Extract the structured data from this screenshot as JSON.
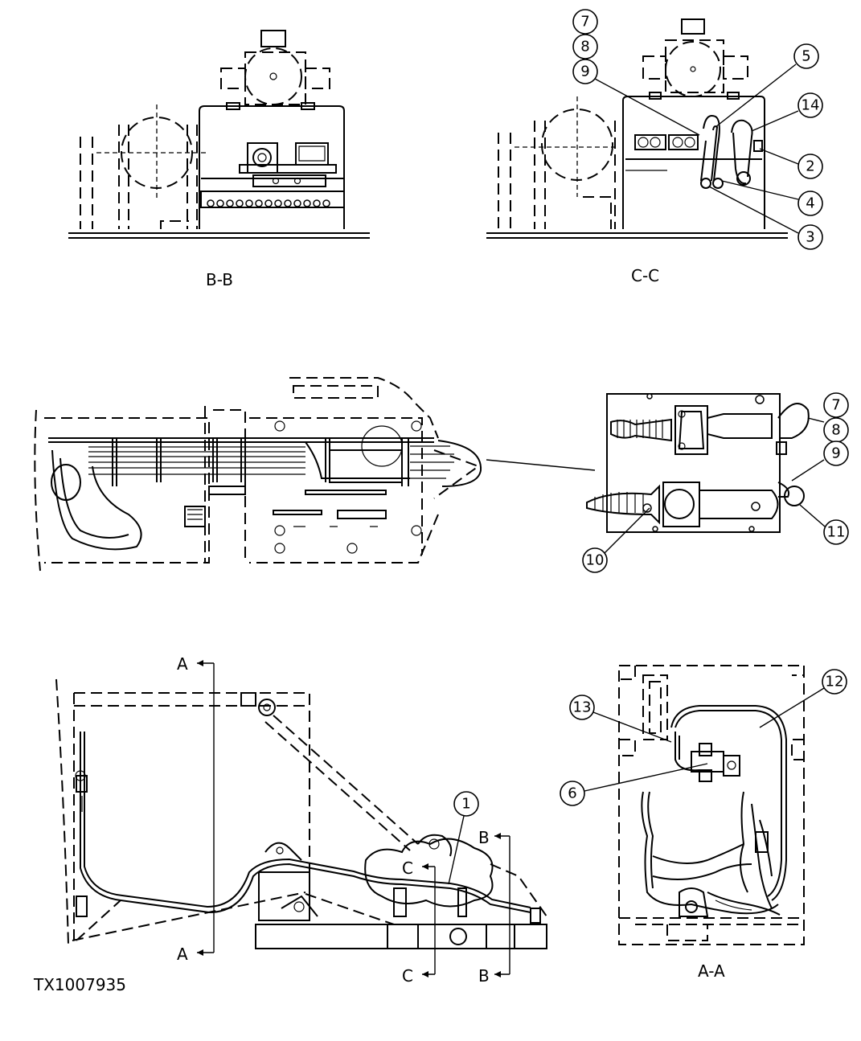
{
  "figure_id": "TX1007935",
  "views": {
    "bb": "B-B",
    "cc": "C-C",
    "aa": "A-A"
  },
  "section_markers": {
    "a_top": "A",
    "a_bottom": "A",
    "b_top": "B",
    "b_bottom": "B",
    "c_top": "C",
    "c_bottom": "C"
  },
  "callouts": {
    "cc_7": "7",
    "cc_8": "8",
    "cc_9": "9",
    "cc_5": "5",
    "cc_14": "14",
    "cc_2": "2",
    "cc_4": "4",
    "cc_3": "3",
    "det_7": "7",
    "det_8": "8",
    "det_9": "9",
    "det_11": "11",
    "det_10": "10",
    "aa_12": "12",
    "aa_13": "13",
    "aa_6": "6",
    "side_1": "1"
  }
}
